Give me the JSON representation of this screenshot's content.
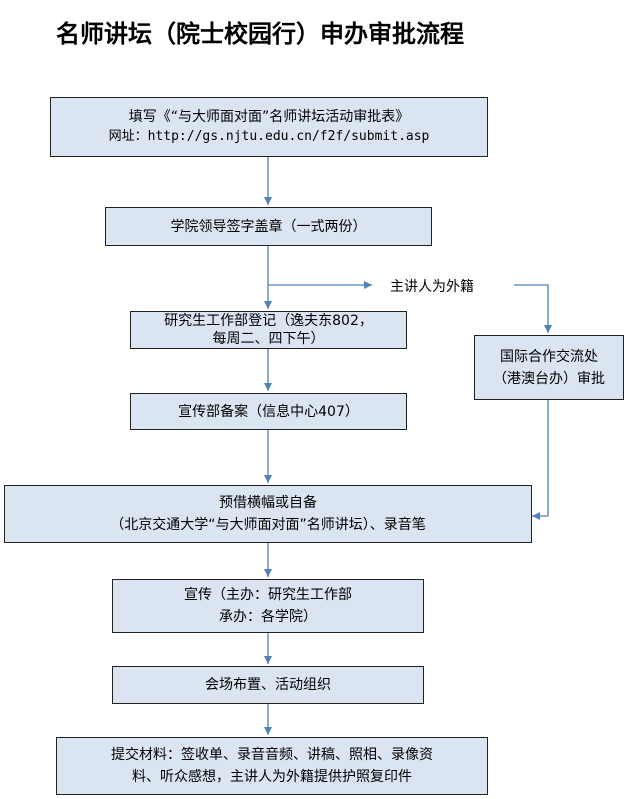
{
  "title": "名师讲坛（院士校园行）申办审批流程",
  "steps": {
    "fill_form": {
      "line1": "填写《“与大师面对面”名师讲坛活动审批表》",
      "line2": "网址：http://gs.njtu.edu.cn/f2f/submit.asp"
    },
    "college_sign": {
      "line1": "学院领导签字盖章（一式两份）"
    },
    "register": {
      "line1": "研究生工作部登记（逸夫东802，",
      "line2": "每周二、四下午）"
    },
    "record": {
      "line1": "宣传部备案（信息中心407）"
    },
    "banner": {
      "line1": "预借横幅或自备",
      "line2": "（北京交通大学“与大师面对面”名师讲坛）、录音笔"
    },
    "publicity": {
      "line1": "宣传（主办：研究生工作部",
      "line2": "承办：各学院）"
    },
    "venue": {
      "line1": "会场布置、活动组织"
    },
    "submit_materials": {
      "line1": "提交材料：签收单、录音音频、讲稿、照相、录像资",
      "line2": "料、听众感想，主讲人为外籍提供护照复印件"
    },
    "intl_office": {
      "line1": "国际合作交流处",
      "line2": "（港澳台办）审批"
    }
  },
  "branch_label": "主讲人为外籍",
  "colors": {
    "box_fill": "#dbe5f1",
    "box_border": "#222222",
    "arrow": "#4f81bd"
  }
}
